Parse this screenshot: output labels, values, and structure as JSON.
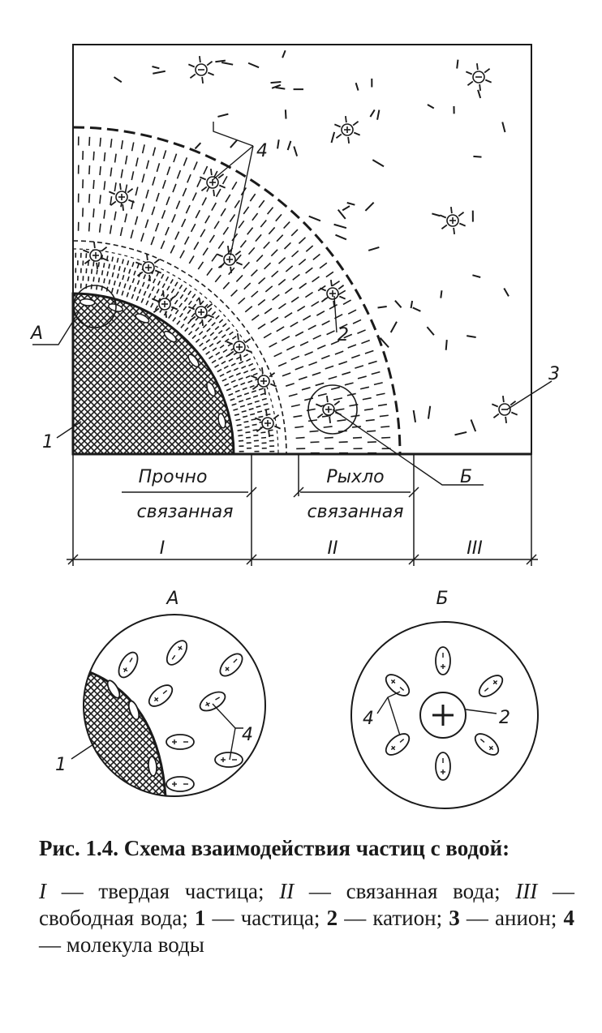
{
  "labels": {
    "strong_top": "Прочно",
    "strong_bottom": "связанная",
    "loose_top": "Рыхло",
    "loose_bottom": "связанная",
    "zone_I": "I",
    "zone_II": "II",
    "zone_III": "III",
    "callout_A": "А",
    "callout_B": "Б",
    "num_1": "1",
    "num_2": "2",
    "num_3": "3",
    "num_4": "4",
    "detail_A_title": "А",
    "detail_B_title": "Б",
    "detail_A_num_1": "1",
    "detail_A_num_4": "4",
    "detail_B_num_2": "2",
    "detail_B_num_4": "4"
  },
  "caption": {
    "title": "Рис. 1.4. Схема взаимодействия частиц с водой:",
    "items": [
      {
        "key": "I",
        "sep": " — ",
        "text": "твердая частица; "
      },
      {
        "key": "II",
        "sep": " — ",
        "text": "связанная вода; "
      },
      {
        "key": "III",
        "sep": " — ",
        "text": "свободная вода; "
      },
      {
        "key": "1",
        "sep": " — ",
        "text": "частица; "
      },
      {
        "key": "2",
        "sep": " — ",
        "text": "катион; "
      },
      {
        "key": "3",
        "sep": " — ",
        "text": "анион; "
      },
      {
        "key": "4",
        "sep": " — ",
        "text": "молекула воды"
      }
    ]
  },
  "colors": {
    "ink": "#1a1a1a",
    "paper": "#ffffff"
  }
}
